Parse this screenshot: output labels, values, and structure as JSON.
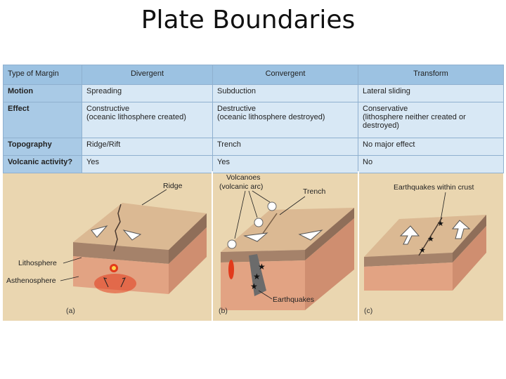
{
  "title": "Plate Boundaries",
  "table": {
    "headers": [
      "Type of Margin",
      "Divergent",
      "Convergent",
      "Transform"
    ],
    "rows": [
      {
        "label": "Motion",
        "cells": [
          "Spreading",
          "Subduction",
          "Lateral sliding"
        ]
      },
      {
        "label": "Effect",
        "cells": [
          "Constructive\n(oceanic lithosphere created)",
          "Destructive\n(oceanic lithosphere destroyed)",
          "Conservative\n(lithosphere neither created or\ndestroyed)"
        ]
      },
      {
        "label": "Topography",
        "cells": [
          "Ridge/Rift",
          "Trench",
          "No major effect"
        ]
      },
      {
        "label": "Volcanic activity?",
        "cells": [
          "Yes",
          "Yes",
          "No"
        ]
      }
    ]
  },
  "diagram": {
    "divergent": {
      "ridge": "Ridge",
      "lithosphere": "Lithosphere",
      "asthenosphere": "Asthenosphere",
      "panel": "(a)"
    },
    "convergent": {
      "volcanoes": "Volcanoes",
      "volcanic_arc": "(volcanic arc)",
      "trench": "Trench",
      "earthquakes": "Earthquakes",
      "panel": "(b)"
    },
    "transform": {
      "earthquakes": "Earthquakes within crust",
      "panel": "(c)"
    }
  },
  "colors": {
    "header_bg": "#9cc2e2",
    "cell_bg": "#d8e8f5",
    "diagram_bg": "#ead6b0",
    "crust_top": "#d9b68f",
    "lithosphere": "#a5826a",
    "asthenosphere": "#e0a07e",
    "magma": "#e23a1c"
  }
}
